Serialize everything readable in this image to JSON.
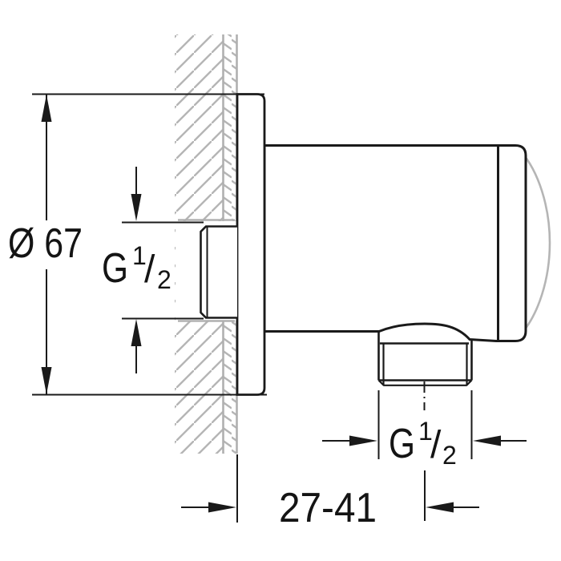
{
  "drawing": {
    "labels": {
      "flange_diameter": "Ø 67",
      "distance_range": "27-41",
      "thread": {
        "prefix": "G",
        "numerator": "1",
        "slash": "/",
        "denominator": "2"
      }
    },
    "colors": {
      "line": "#1a1a1a",
      "hatch": "#b5b5b5",
      "background": "#ffffff"
    }
  }
}
